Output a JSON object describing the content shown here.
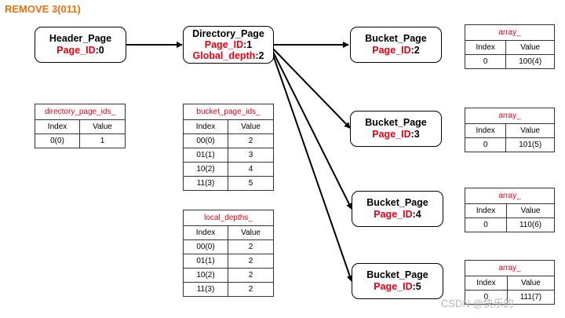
{
  "title": "REMOVE 3(011)",
  "colors": {
    "title": "#e8710a",
    "highlight": "#e60012"
  },
  "nodes": {
    "header": {
      "name": "Header_Page",
      "pid_label": "Page_ID",
      "pid_value": ":0"
    },
    "directory": {
      "name": "Directory_Page",
      "pid_label": "Page_ID",
      "pid_value": ":1",
      "gd_label": "Global_depth",
      "gd_value": ":2"
    },
    "buckets": [
      {
        "name": "Bucket_Page",
        "pid_label": "Page_ID",
        "pid_value": ":2"
      },
      {
        "name": "Bucket_Page",
        "pid_label": "Page_ID",
        "pid_value": ":3"
      },
      {
        "name": "Bucket_Page",
        "pid_label": "Page_ID",
        "pid_value": ":4"
      },
      {
        "name": "Bucket_Page",
        "pid_label": "Page_ID",
        "pid_value": ":5"
      }
    ]
  },
  "tables": {
    "directory_page_ids": {
      "caption": "directory_page_ids_",
      "headers": [
        "Index",
        "Value"
      ],
      "rows": [
        [
          "0(0)",
          "1"
        ]
      ]
    },
    "bucket_page_ids": {
      "caption": "bucket_page_ids_",
      "headers": [
        "Index",
        "Value"
      ],
      "rows": [
        [
          "00(0)",
          "2"
        ],
        [
          "01(1)",
          "3"
        ],
        [
          "10(2)",
          "4"
        ],
        [
          "11(3)",
          "5"
        ]
      ]
    },
    "local_depths": {
      "caption": "local_depths_",
      "headers": [
        "Index",
        "Value"
      ],
      "rows": [
        [
          "00(0)",
          "2"
        ],
        [
          "01(1)",
          "2"
        ],
        [
          "10(2)",
          "2"
        ],
        [
          "11(3)",
          "2"
        ]
      ]
    },
    "arrays": [
      {
        "caption": "array_",
        "headers": [
          "Index",
          "Value"
        ],
        "rows": [
          [
            "0",
            "100(4)"
          ]
        ]
      },
      {
        "caption": "array_",
        "headers": [
          "Index",
          "Value"
        ],
        "rows": [
          [
            "0",
            "101(5)"
          ]
        ]
      },
      {
        "caption": "array_",
        "headers": [
          "Index",
          "Value"
        ],
        "rows": [
          [
            "0",
            "110(6)"
          ]
        ]
      },
      {
        "caption": "array_",
        "headers": [
          "Index",
          "Value"
        ],
        "rows": [
          [
            "0",
            "111(7)"
          ]
        ]
      }
    ]
  },
  "watermark": "CSDN @快乐的"
}
